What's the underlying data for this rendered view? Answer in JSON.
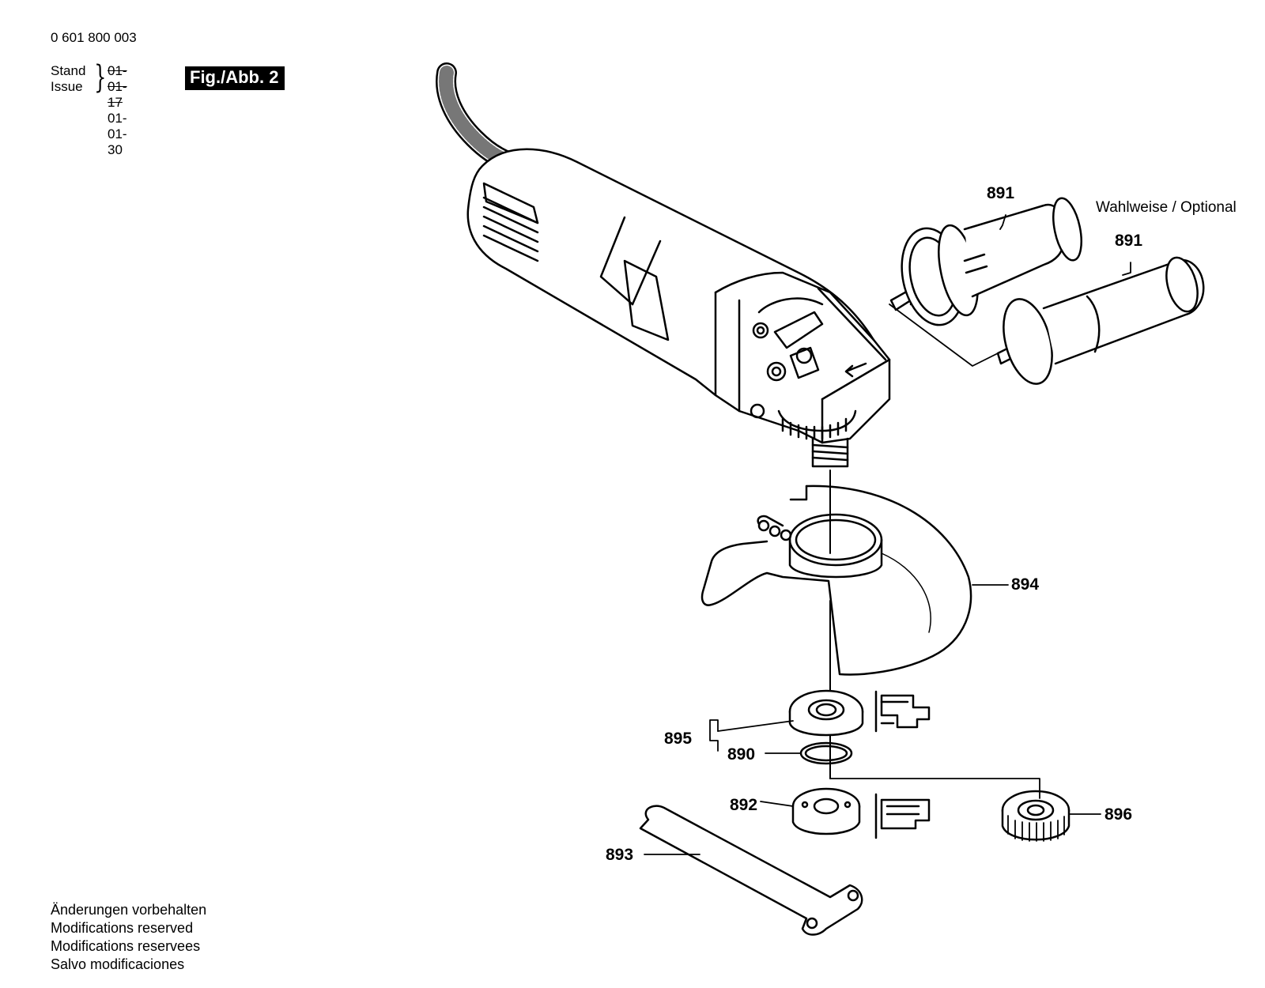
{
  "doc_number": "0 601 800 003",
  "stand_label": "Stand",
  "issue_label": "Issue",
  "stand_date": "01-01-17",
  "issue_date": "01-01-30",
  "figure_label": "Fig./Abb. 2",
  "optional_note": "Wahlweise / Optional",
  "callouts": {
    "handle_a": "891",
    "handle_b": "891",
    "guard": "894",
    "flange_assembly": "895",
    "o_ring": "890",
    "clamping_nut": "892",
    "quick_nut": "896",
    "spanner": "893"
  },
  "footer": [
    "Änderungen vorbehalten",
    "Modifications reserved",
    "Modifications reservees",
    "Salvo modificaciones"
  ]
}
